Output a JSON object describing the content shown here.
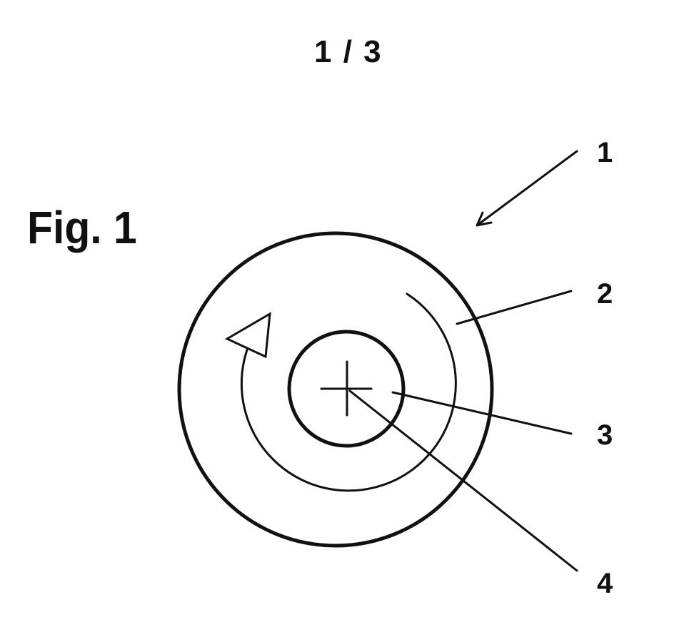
{
  "sheet_number": "1 / 3",
  "figure_label": "Fig. 1",
  "reference_numerals": [
    "1",
    "2",
    "3",
    "4"
  ]
}
